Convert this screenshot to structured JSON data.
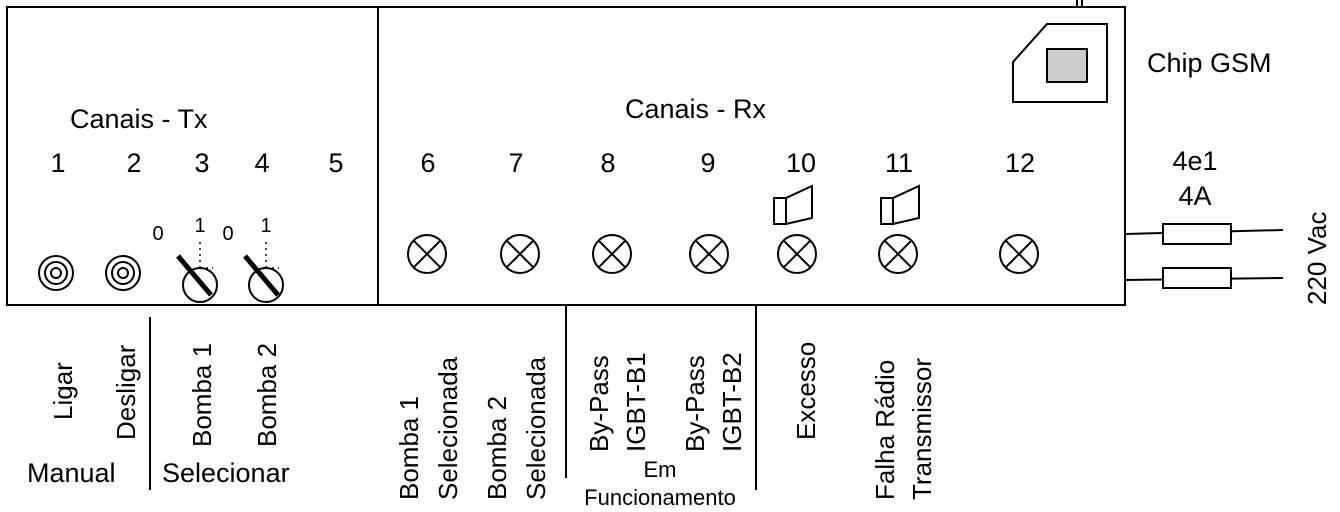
{
  "tx_title": "Canais - Tx",
  "rx_title": "Canais - Rx",
  "chip_label": "Chip GSM",
  "fuse_label_line1": "4e1",
  "fuse_label_line2": "4A",
  "supply_label": "220 Vac",
  "channel_numbers": [
    "1",
    "2",
    "3",
    "4",
    "5",
    "6",
    "7",
    "8",
    "9",
    "10",
    "11",
    "12"
  ],
  "switch_marks": {
    "off": "0",
    "on": "1"
  },
  "vertical_labels": {
    "ligar": "Ligar",
    "desligar": "Desligar",
    "bomba1": "Bomba 1",
    "bomba2": "Bomba 2",
    "bomba1_sel_1": "Bomba 1",
    "bomba1_sel_2": "Selecionada",
    "bomba2_sel_1": "Bomba 2",
    "bomba2_sel_2": "Selecionada",
    "bypass1_1": "By-Pass",
    "bypass1_2": "IGBT-B1",
    "bypass2_1": "By-Pass",
    "bypass2_2": "IGBT-B2",
    "excesso": "Excesso",
    "falha_1": "Falha Rádio",
    "falha_2": "Transmissor"
  },
  "group_labels": {
    "manual": "Manual",
    "selecionar": "Selecionar",
    "em": "Em",
    "funcionamento": "Funcionamento"
  }
}
